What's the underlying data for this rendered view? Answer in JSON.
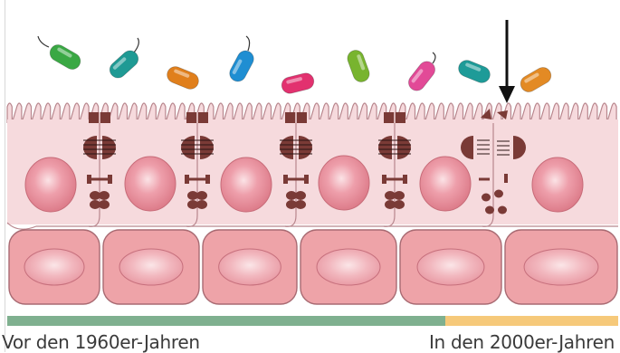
{
  "timeline": {
    "left_label": "Vor den 1960er-Jahren",
    "right_label": "In den 2000er-Jahren",
    "left_color": "#7fb08f",
    "right_color": "#f6c97a"
  },
  "colors": {
    "upper_cell_fill": "#f6dadd",
    "upper_cell_stroke": "#b8868d",
    "lower_cell_fill": "#eea3a8",
    "lower_cell_stroke": "#a86a72",
    "nucleus": "#e58995",
    "junction": "#7a3a36",
    "arrow": "#111111"
  },
  "bacteria": [
    {
      "color": "green-icon",
      "hex": "#3aa844"
    },
    {
      "color": "teal-icon",
      "hex": "#1f9a94"
    },
    {
      "color": "orange-icon",
      "hex": "#e07f1c"
    },
    {
      "color": "blue-icon",
      "hex": "#1f8ed2"
    },
    {
      "color": "pink-icon",
      "hex": "#e2316f"
    },
    {
      "color": "lime-icon",
      "hex": "#78b42f"
    },
    {
      "color": "magenta-icon",
      "hex": "#e24a97"
    },
    {
      "color": "teal-icon",
      "hex": "#1e9b98"
    },
    {
      "color": "orange-icon",
      "hex": "#e38a24"
    }
  ],
  "junction_states": [
    "intact",
    "intact",
    "intact",
    "intact",
    "disrupted"
  ]
}
